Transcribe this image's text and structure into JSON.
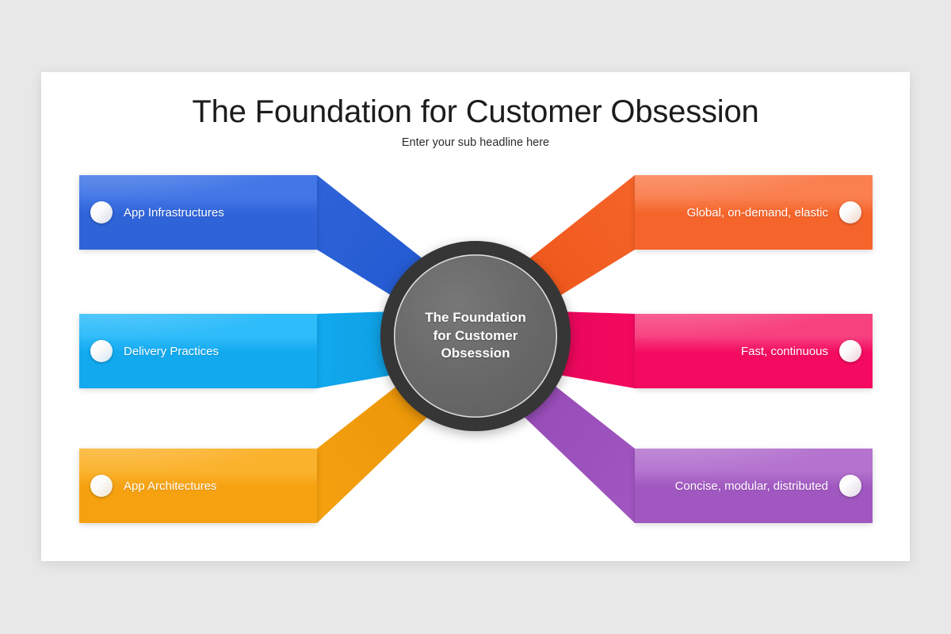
{
  "page": {
    "background_color": "#e8e8e8",
    "card_background": "#ffffff"
  },
  "header": {
    "title": "The Foundation for Customer Obsession",
    "subtitle": "Enter your sub headline here"
  },
  "center": {
    "label": "The Foundation\nfor Customer\nObsession",
    "ring_color": "#363636",
    "fill_color": "#6a6a6a",
    "inner_border_color": "#ffffff"
  },
  "items": [
    {
      "id": "app-infrastructures",
      "label": "App Infrastructures",
      "side": "left",
      "color": "#2f63d8",
      "color_light": "#4377e6",
      "color_tail": "#1f57cf",
      "bullet_tint": "#d6dcec",
      "bullet_name": "bullet-circle-icon"
    },
    {
      "id": "delivery-practices",
      "label": "Delivery Practices",
      "side": "left",
      "color": "#12a9ee",
      "color_light": "#2fbcfa",
      "color_tail": "#0b98da",
      "bullet_tint": "#d3e6f3",
      "bullet_name": "bullet-circle-icon"
    },
    {
      "id": "app-architectures",
      "label": "App Architectures",
      "side": "left",
      "color": "#f5a110",
      "color_light": "#fbb32e",
      "color_tail": "#e89205",
      "bullet_tint": "#efe4cf",
      "bullet_name": "bullet-circle-icon"
    },
    {
      "id": "global-on-demand-elastic",
      "label": "Global, on-demand, elastic",
      "side": "right",
      "color": "#f5642a",
      "color_light": "#fa8050",
      "color_tail": "#ed5316",
      "bullet_tint": "#f0d3c3",
      "bullet_name": "bullet-circle-icon"
    },
    {
      "id": "fast-continuous",
      "label": "Fast, continuous",
      "side": "right",
      "color": "#f40a60",
      "color_light": "#f7417f",
      "color_tail": "#e10457",
      "bullet_tint": "#f0ccd9",
      "bullet_name": "bullet-circle-icon"
    },
    {
      "id": "concise-modular-distributed",
      "label": "Concise, modular, distributed",
      "side": "right",
      "color": "#a057c0",
      "color_light": "#b473cf",
      "color_tail": "#9449b5",
      "bullet_tint": "#e0d6e7",
      "bullet_name": "bullet-circle-icon"
    }
  ]
}
